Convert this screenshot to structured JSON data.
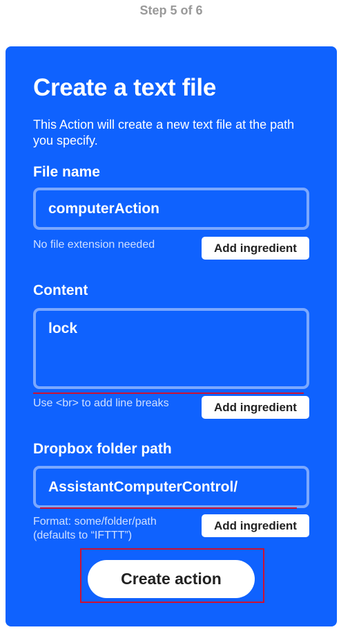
{
  "header": {
    "step_text": "Step 5 of 6"
  },
  "card": {
    "title": "Create a text file",
    "description": "This Action will create a new text file at the path you specify.",
    "file_name": {
      "label": "File name",
      "value": "computerAction",
      "hint": "No file extension needed",
      "add_label": "Add ingredient"
    },
    "content": {
      "label": "Content",
      "value": "lock",
      "hint": "Use <br> to add line breaks",
      "add_label": "Add ingredient"
    },
    "folder_path": {
      "label": "Dropbox folder path",
      "value": "AssistantComputerControl/",
      "hint_line1": "Format: some/folder/path",
      "hint_line2": "(defaults to “IFTTT”)",
      "add_label": "Add ingredient"
    },
    "submit_label": "Create action"
  },
  "colors": {
    "card_bg": "#0f62fe",
    "annotation_red": "#cc1133",
    "step_gray": "#999999"
  }
}
